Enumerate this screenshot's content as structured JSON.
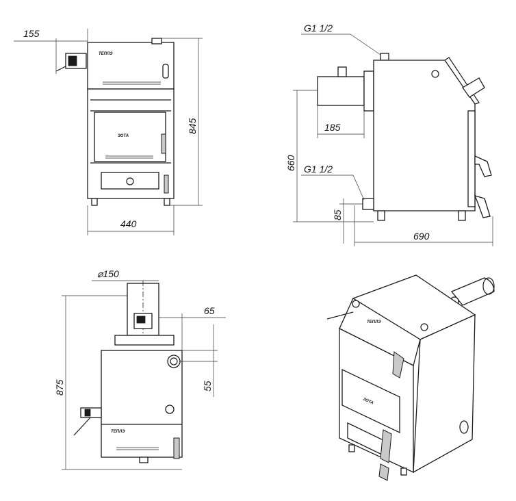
{
  "front_view": {
    "dim_flue_offset": "155",
    "dim_height": "845",
    "dim_width": "440",
    "top_brand": "ТЕПЛЭ",
    "door_brand": "ЗОТА"
  },
  "side_view": {
    "dim_top_connection": "G1 1/2",
    "dim_flue_depth": "185",
    "dim_height": "660",
    "dim_bottom_connection": "G1 1/2",
    "dim_bottom_offset": "85",
    "dim_depth": "690"
  },
  "rear_view": {
    "dim_flue_diameter": "⌀150",
    "dim_side_offset": "65",
    "dim_height": "875",
    "dim_pipe_offset": "55",
    "panel_brand": "ТЕПЛЭ"
  },
  "iso_view": {
    "top_brand": "ТЕПЛЭ",
    "door_brand": "ЗОТА"
  },
  "colors": {
    "line": "#1a1a1a",
    "fill": "#ffffff",
    "shade": "#c9c9c9"
  }
}
